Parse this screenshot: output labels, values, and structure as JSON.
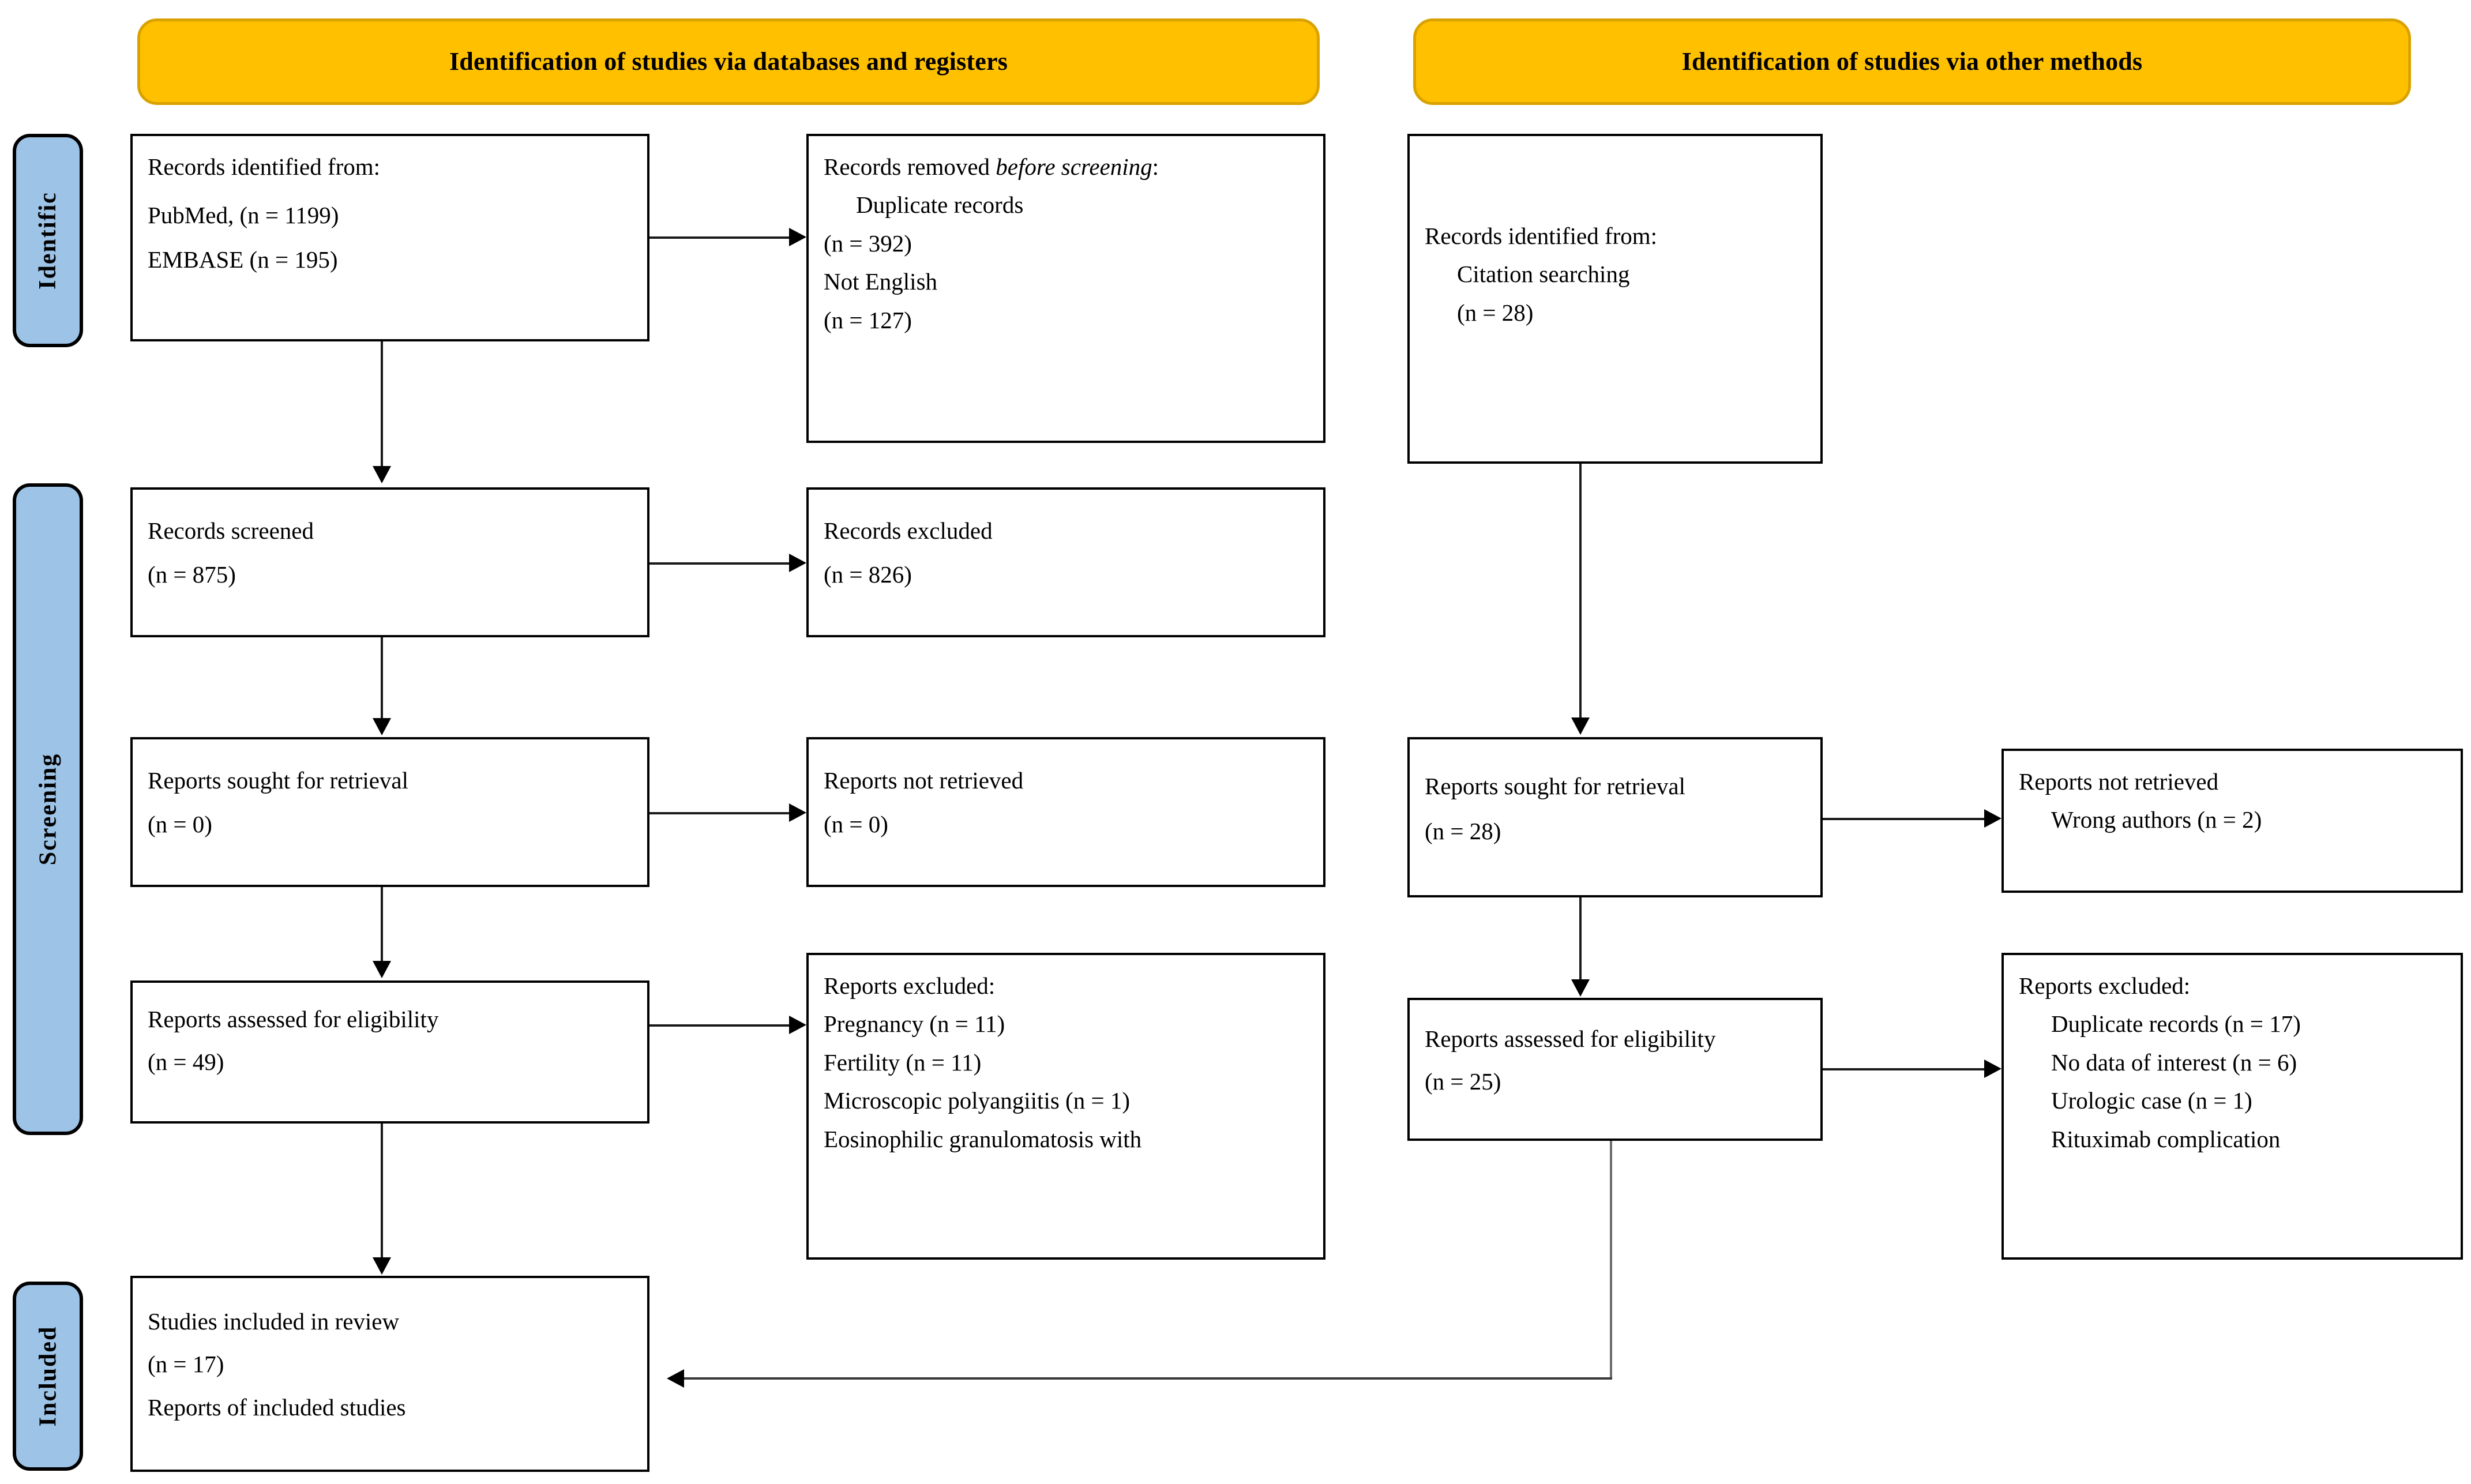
{
  "colors": {
    "banner_fill": "#FFC000",
    "banner_border": "#D9A200",
    "pill_fill": "#9DC3E6",
    "box_border": "#000000",
    "connector": "#1a1a1a"
  },
  "banners": {
    "left": "Identification of studies via databases and registers",
    "right": "Identification of studies via other methods"
  },
  "stage_pills": [
    {
      "label": "Identific"
    },
    {
      "label": "Screening"
    },
    {
      "label": "Included"
    }
  ],
  "boxes": {
    "records_identified": {
      "title": "Records identified from:",
      "line2": "PubMed, (n = 1199)",
      "line3": "EMBASE (n = 195)"
    },
    "records_removed": {
      "title_a": "Records removed ",
      "title_b": "before screening",
      "title_c": ":",
      "line2": "Duplicate records",
      "line3": "(n = 392)",
      "line4": "Not English",
      "line5": "(n = 127)"
    },
    "records_screened": {
      "title": "Records screened",
      "count": "(n = 875)"
    },
    "records_excluded": {
      "title": "Records excluded",
      "count": "(n = 826)"
    },
    "reports_sought_left": {
      "title": "Reports sought for retrieval",
      "count": "(n = 0)"
    },
    "reports_not_retrieved_left": {
      "title": "Reports not retrieved",
      "count": "(n = 0)"
    },
    "reports_assessed_left": {
      "title": "Reports assessed for eligibility",
      "count": "(n = 49)"
    },
    "reports_excluded_left": {
      "title": "Reports excluded:",
      "line2": "Pregnancy (n = 11)",
      "line3": "Fertility (n = 11)",
      "line4": "Microscopic polyangiitis (n = 1)",
      "line5": "Eosinophilic granulomatosis with"
    },
    "studies_included": {
      "title": "Studies included in review",
      "count": "(n = 17)",
      "line3": "Reports of included studies"
    },
    "records_identified_other": {
      "title": "Records identified from:",
      "line2": "Citation searching",
      "line3": "(n = 28)"
    },
    "reports_sought_right": {
      "title": "Reports sought for retrieval",
      "count": "(n = 28)"
    },
    "reports_not_retrieved_right": {
      "title": "Reports not retrieved",
      "line2": "Wrong authors (n = 2)"
    },
    "reports_assessed_right": {
      "title": "Reports assessed for eligibility",
      "count": "(n = 25)"
    },
    "reports_excluded_right": {
      "title": "Reports excluded:",
      "line2": "Duplicate records (n = 17)",
      "line3": "No data of interest (n = 6)",
      "line4": "Urologic case (n = 1)",
      "line5": "Rituximab complication"
    }
  }
}
